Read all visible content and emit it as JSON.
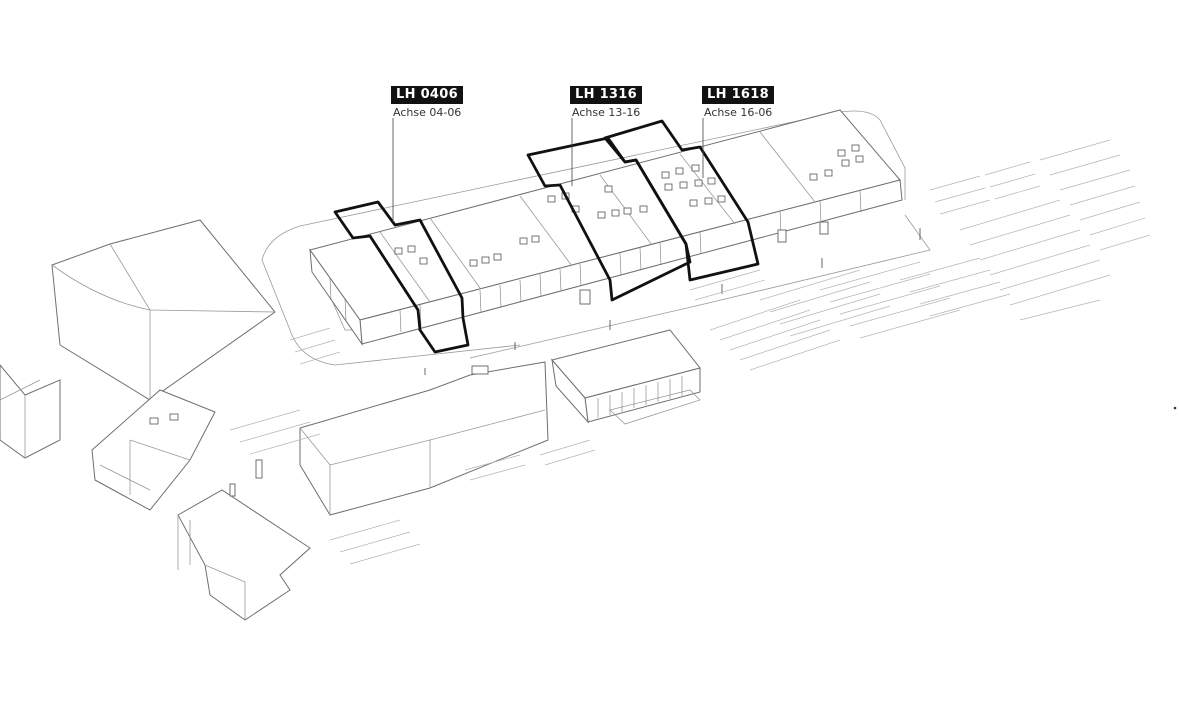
{
  "labels": [
    {
      "title": "LH 0406",
      "subtitle": "Achse 04-06"
    },
    {
      "title": "LH 1316",
      "subtitle": "Achse 13-16"
    },
    {
      "title": "LH 1618",
      "subtitle": "Achse 16-06"
    }
  ]
}
